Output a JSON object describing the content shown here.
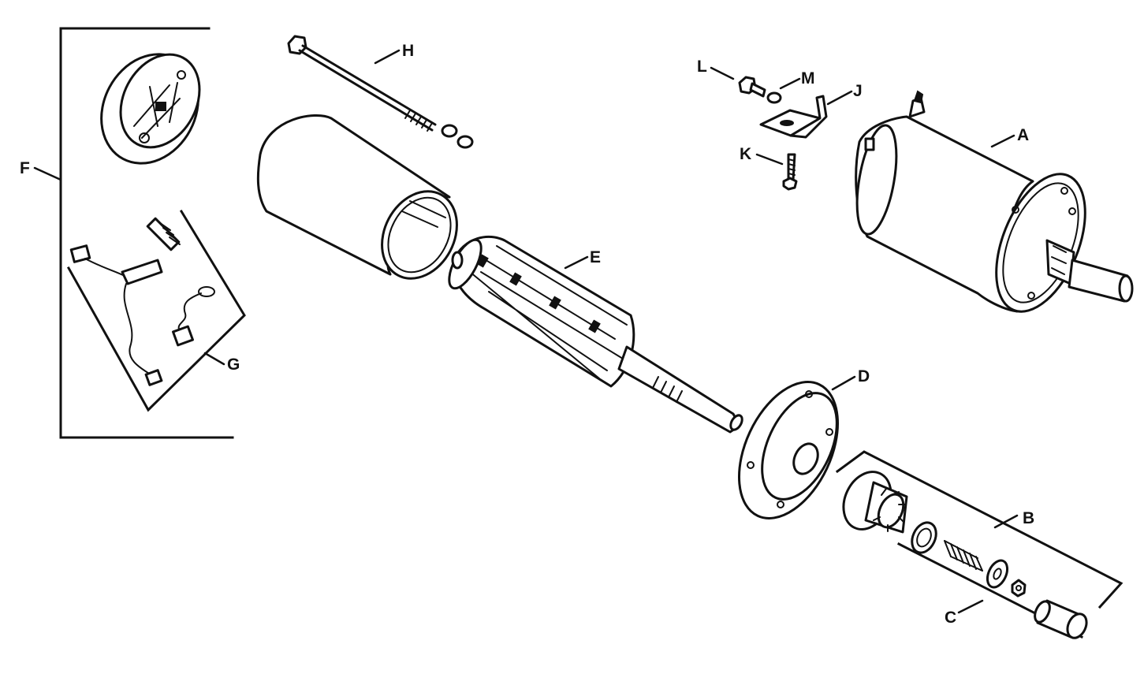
{
  "callouts": {
    "A": "A",
    "B": "B",
    "C": "C",
    "D": "D",
    "E": "E",
    "F": "F",
    "G": "G",
    "H": "H",
    "J": "J",
    "K": "K",
    "L": "L",
    "M": "M"
  },
  "colors": {
    "ink": "#111111",
    "paper": "#ffffff"
  }
}
